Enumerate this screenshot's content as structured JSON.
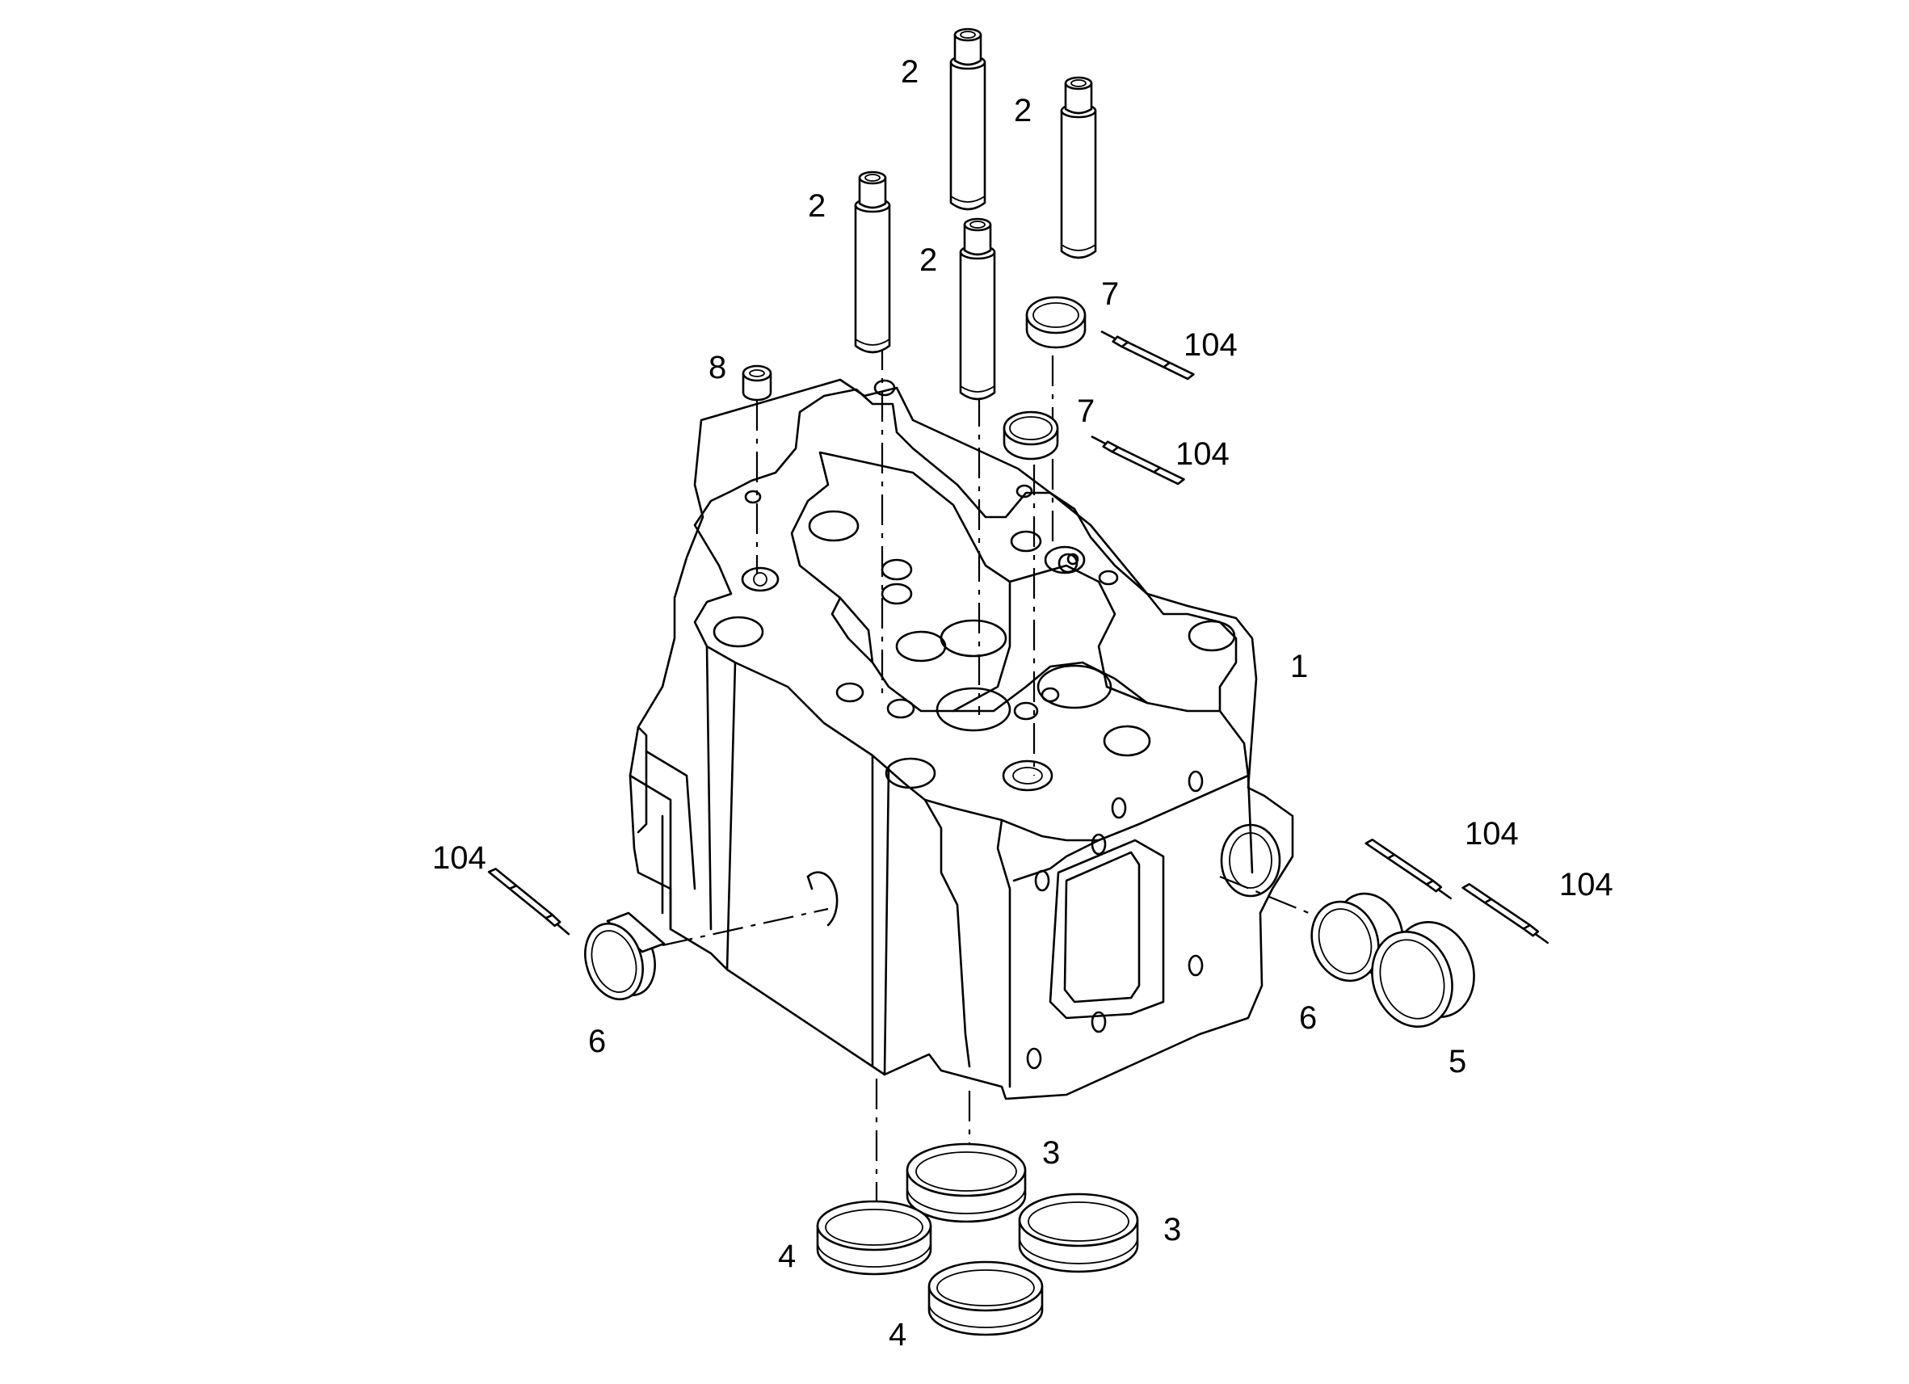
{
  "labels": {
    "guide_a": "2",
    "guide_b": "2",
    "guide_c": "2",
    "guide_d": "2",
    "seat7_a": "7",
    "seat7_b": "7",
    "sealant_a": "104",
    "sealant_b": "104",
    "sealant_c": "104",
    "sealant_d": "104",
    "sealant_e": "104",
    "pin8": "8",
    "head1": "1",
    "plug6_left": "6",
    "plug6_right": "6",
    "plug5": "5",
    "ring3_a": "3",
    "ring3_b": "3",
    "ring4_a": "4",
    "ring4_b": "4"
  }
}
